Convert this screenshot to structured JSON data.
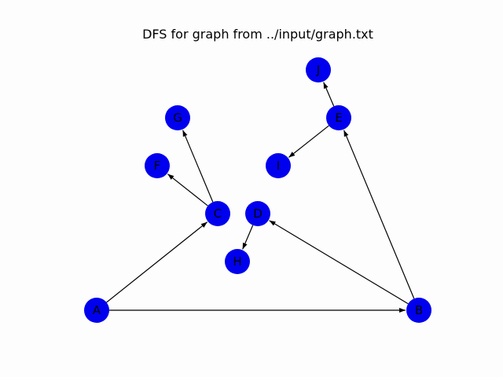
{
  "figure": {
    "title": "DFS for graph from ../input/graph.txt",
    "node_color": "#0000ee",
    "edge_color": "#000000",
    "background": "#fdfdfd"
  },
  "graph": {
    "nodes": [
      {
        "id": "A",
        "label": "A"
      },
      {
        "id": "B",
        "label": "B"
      },
      {
        "id": "C",
        "label": "C"
      },
      {
        "id": "D",
        "label": "D"
      },
      {
        "id": "E",
        "label": "E"
      },
      {
        "id": "F",
        "label": "F"
      },
      {
        "id": "G",
        "label": "G"
      },
      {
        "id": "H",
        "label": "H"
      },
      {
        "id": "I",
        "label": "I"
      },
      {
        "id": "J",
        "label": "J"
      }
    ],
    "edges": [
      {
        "from": "A",
        "to": "B"
      },
      {
        "from": "A",
        "to": "C"
      },
      {
        "from": "B",
        "to": "D"
      },
      {
        "from": "B",
        "to": "E"
      },
      {
        "from": "C",
        "to": "F"
      },
      {
        "from": "C",
        "to": "G"
      },
      {
        "from": "D",
        "to": "H"
      },
      {
        "from": "E",
        "to": "I"
      },
      {
        "from": "E",
        "to": "J"
      }
    ]
  }
}
